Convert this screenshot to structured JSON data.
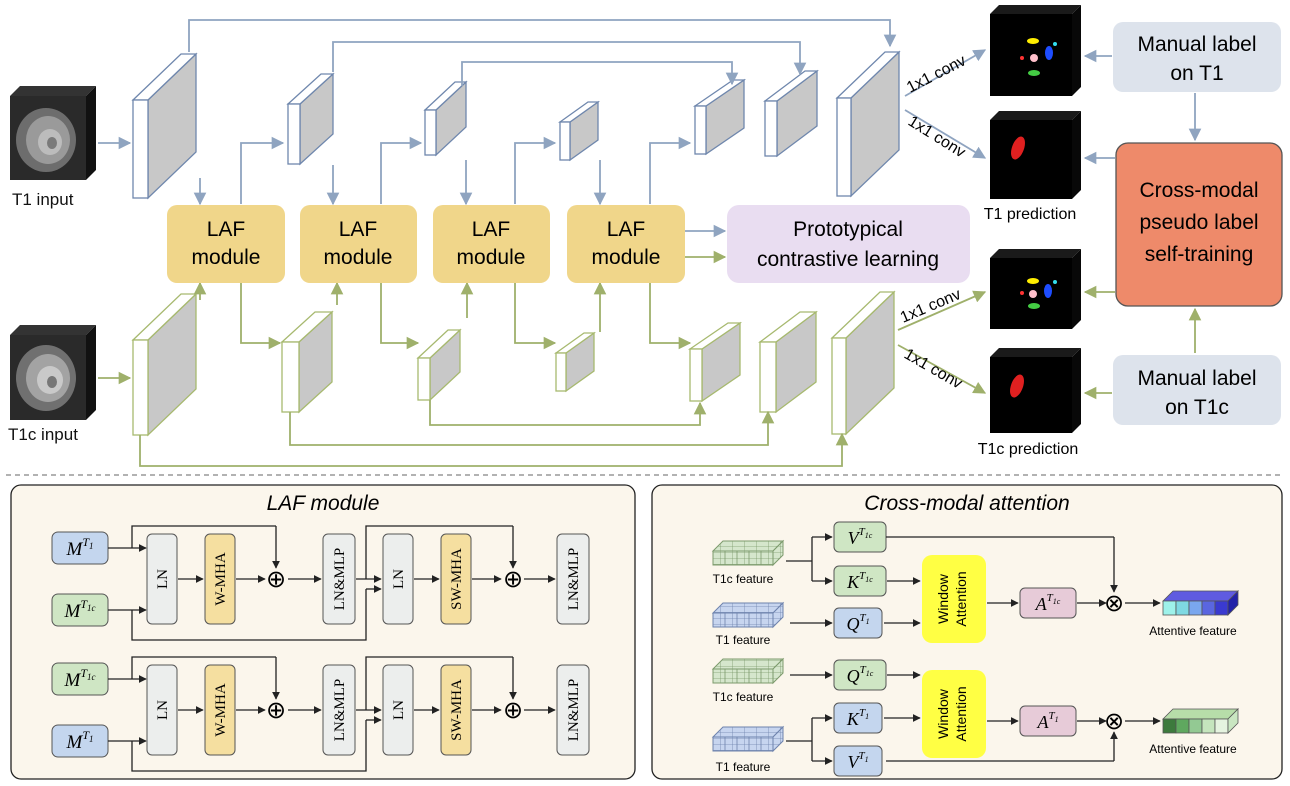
{
  "top": {
    "t1_input": "T1 input",
    "t1c_input": "T1c input",
    "laf_line1": "LAF",
    "laf_line2": "module",
    "proto_line1": "Prototypical",
    "proto_line2": "contrastive learning",
    "conv_label": "1x1 conv",
    "t1_prediction": "T1 prediction",
    "t1c_prediction": "T1c prediction",
    "manual_t1_line1": "Manual label",
    "manual_t1_line2": "on T1",
    "manual_t1c_line1": "Manual label",
    "manual_t1c_line2": "on T1c",
    "cross_line1": "Cross-modal",
    "cross_line2": "pseudo label",
    "cross_line3": "self-training"
  },
  "laf_panel": {
    "title": "LAF module",
    "ln": "LN",
    "wmha": "W-MHA",
    "swmha": "SW-MHA",
    "lnmlp": "LN&MLP",
    "plus": "⊕"
  },
  "attn_panel": {
    "title": "Cross-modal attention",
    "t1c_feature": "T1c feature",
    "t1_feature": "T1 feature",
    "window": "Window",
    "attention": "Attention",
    "attentive_feature": "Attentive feature",
    "otimes": "⊗"
  },
  "colors": {
    "t1_stream": "#8fa4c0",
    "t1c_stream": "#9fb06b",
    "laf_fill": "#f0d68a",
    "proto_fill": "#e9ddf1",
    "cross_fill": "#ee8a6a",
    "manual_fill": "#dde3ec",
    "panel_bg": "#fbf6ec"
  }
}
